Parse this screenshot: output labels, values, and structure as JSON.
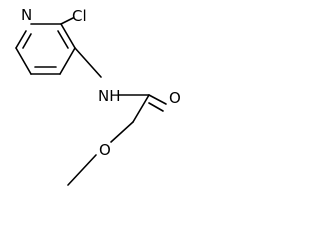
{
  "molecule": {
    "atoms": {
      "ring_nitrogen": "N",
      "chlorine": "Cl",
      "amide_nitrogen_hydrogen": "NH",
      "carbonyl_oxygen": "O",
      "ether_oxygen": "O"
    },
    "colors": {
      "bond": "#000000",
      "label": "#000000",
      "background": "#ffffff"
    }
  }
}
